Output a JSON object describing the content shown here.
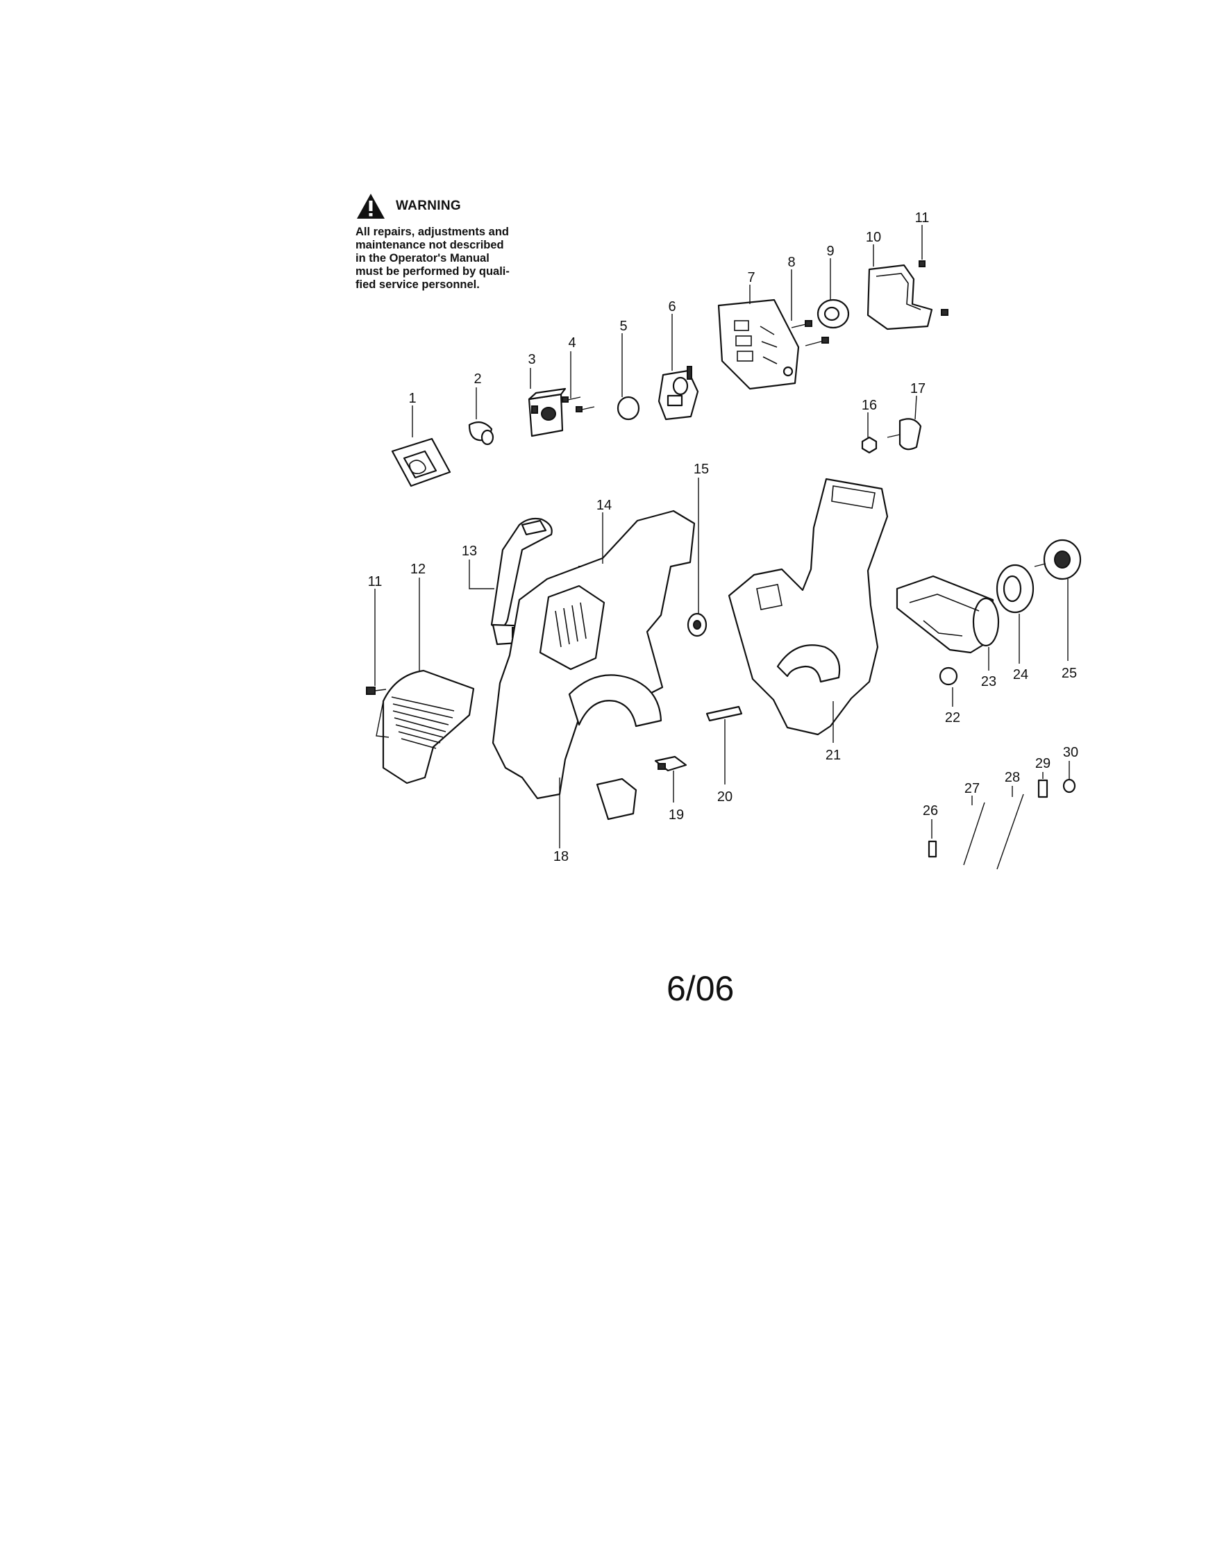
{
  "warning": {
    "title": "WARNING",
    "lines": [
      "All repairs, adjustments and",
      "maintenance not described",
      "in the Operator's Manual",
      "must be performed by quali-",
      "fied service personnel."
    ]
  },
  "callouts": {
    "c1": "1",
    "c2": "2",
    "c3": "3",
    "c4": "4",
    "c5": "5",
    "c6": "6",
    "c7": "7",
    "c8": "8",
    "c9": "9",
    "c10": "10",
    "c11a": "11",
    "c11b": "11",
    "c12": "12",
    "c13": "13",
    "c14": "14",
    "c15": "15",
    "c16": "16",
    "c17": "17",
    "c18": "18",
    "c19": "19",
    "c20": "20",
    "c21": "21",
    "c22": "22",
    "c23": "23",
    "c24": "24",
    "c25": "25",
    "c26": "26",
    "c27": "27",
    "c28": "28",
    "c29": "29",
    "c30": "30"
  },
  "page_number": "6/06"
}
